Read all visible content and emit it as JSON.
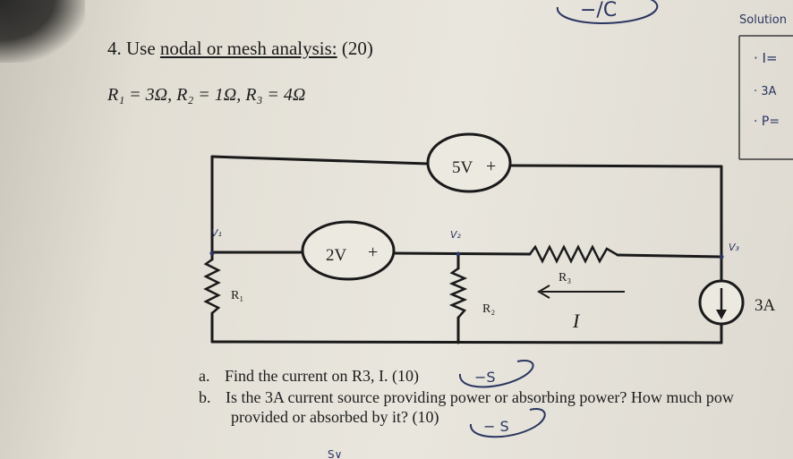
{
  "question": {
    "number": "4.",
    "title_underlined_1": "Use",
    "title_link_1": "nodal or mesh analysis:",
    "points": "(20)",
    "params": "R₁ = 3Ω, R₂ = 1Ω, R₃ = 4Ω"
  },
  "circuit": {
    "source_top": "5V",
    "source_top_plus": "+",
    "source_left": "2V",
    "source_left_plus": "+",
    "r1": "R₁",
    "r2": "R₂",
    "r3": "R₃",
    "current": "I",
    "current_source": "3A"
  },
  "parts": [
    {
      "letter": "a.",
      "text": "Find the current on R3, I. (10)"
    },
    {
      "letter": "b.",
      "text": "Is the 3A current source providing power or absorbing power? How much pow",
      "text2": "provided or absorbed by it? (10)"
    }
  ],
  "handwriting": {
    "top_circle": "−/C",
    "solution": "Solution",
    "side_I": "· I=",
    "side_3A": "· 3A",
    "side_p": "· P=",
    "node_v1": "V₁",
    "node_v2": "V₂",
    "node_v3": "V₃",
    "answer_a": "−S",
    "answer_b": "− S",
    "bottom_mark": "S∨"
  }
}
